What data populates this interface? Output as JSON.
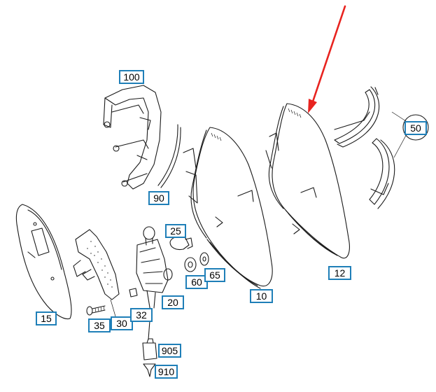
{
  "diagram": {
    "labels": {
      "p100": "100",
      "p90": "90",
      "p50": "50",
      "p25": "25",
      "p15": "15",
      "p35": "35",
      "p30": "30",
      "p32": "32",
      "p20": "20",
      "p60": "60",
      "p65": "65",
      "p10": "10",
      "p12": "12",
      "p905": "905",
      "p910": "910"
    },
    "colors": {
      "label_border": "#1f7fb8",
      "line": "#1a1a1a",
      "pointer_arrow": "#e8231f",
      "background": "#ffffff"
    }
  }
}
